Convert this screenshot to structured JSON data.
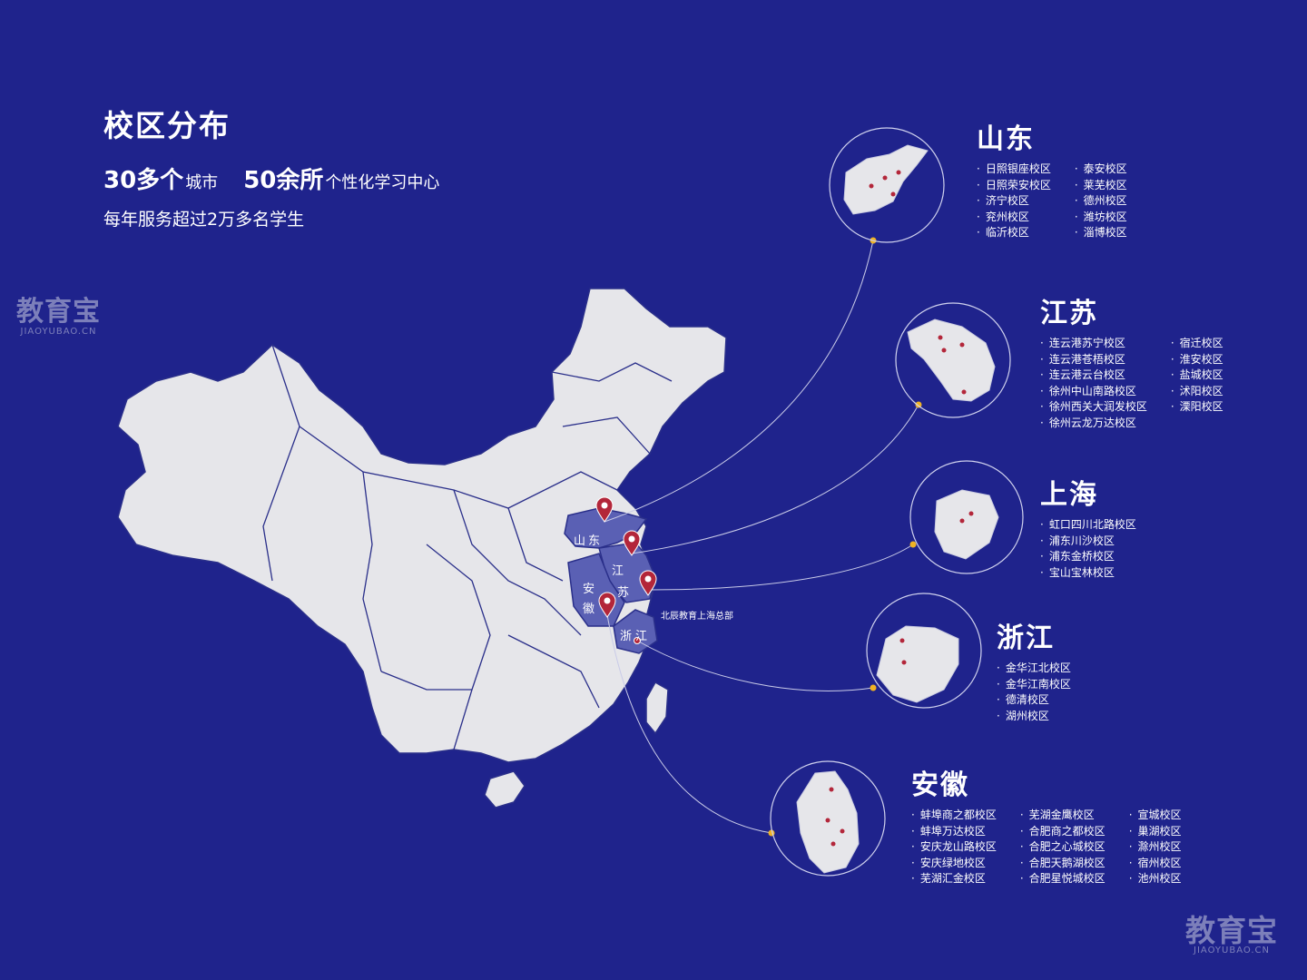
{
  "header": {
    "title": "校区分布",
    "stat1_number": "30多个",
    "stat1_unit": "城市",
    "stat2_number": "50余所",
    "stat2_unit": "个性化学习中心",
    "subline": "每年服务超过2万多名学生"
  },
  "watermark": {
    "cn": "教育宝",
    "en": "JIAOYUBAO.CN"
  },
  "map": {
    "labels": [
      "山",
      "东",
      "江",
      "苏",
      "安",
      "徽",
      "浙",
      "江"
    ],
    "hq_label": "北辰教育上海总部"
  },
  "provinces": [
    {
      "name": "山东",
      "campuses": [
        "日照银座校区",
        "日照荣安校区",
        "济宁校区",
        "兖州校区",
        "临沂校区",
        "泰安校区",
        "莱芜校区",
        "德州校区",
        "潍坊校区",
        "淄博校区"
      ]
    },
    {
      "name": "江苏",
      "campuses": [
        "连云港苏宁校区",
        "连云港苍梧校区",
        "连云港云台校区",
        "徐州中山南路校区",
        "徐州西关大润发校区",
        "徐州云龙万达校区",
        "宿迁校区",
        "淮安校区",
        "盐城校区",
        "沭阳校区",
        "溧阳校区"
      ]
    },
    {
      "name": "上海",
      "campuses": [
        "虹口四川北路校区",
        "浦东川沙校区",
        "浦东金桥校区",
        "宝山宝林校区"
      ]
    },
    {
      "name": "浙江",
      "campuses": [
        "金华江北校区",
        "金华江南校区",
        "德清校区",
        "湖州校区"
      ]
    },
    {
      "name": "安徽",
      "campuses": [
        "蚌埠商之都校区",
        "蚌埠万达校区",
        "安庆龙山路校区",
        "安庆绿地校区",
        "芜湖汇金校区",
        "芜湖金鹰校区",
        "合肥商之都校区",
        "合肥之心城校区",
        "合肥天鹅湖校区",
        "合肥星悦城校区",
        "宣城校区",
        "巢湖校区",
        "滁州校区",
        "宿州校区",
        "池州校区"
      ]
    }
  ],
  "colors": {
    "background": "#1f238c",
    "land": "#e6e6ea",
    "border": "#2a2f8a",
    "highlight": "#5a60b4",
    "pin": "#b3263a",
    "connector_dot": "#f0b323"
  }
}
